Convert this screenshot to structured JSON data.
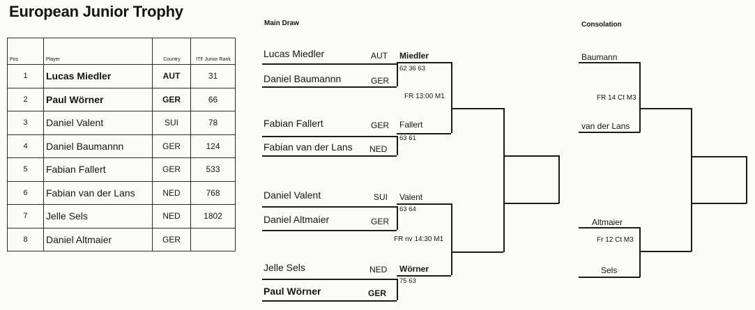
{
  "title": "European Junior Trophy",
  "table": {
    "headers": {
      "pos": "Pos",
      "player": "Player",
      "country": "Country",
      "rank": "ITF Junior Rank"
    },
    "rows": [
      {
        "pos": "1",
        "player": "Lucas Miedler",
        "country": "AUT",
        "rank": "31",
        "bold": true
      },
      {
        "pos": "2",
        "player": "Paul Wörner",
        "country": "GER",
        "rank": "66",
        "bold": true
      },
      {
        "pos": "3",
        "player": "Daniel Valent",
        "country": "SUI",
        "rank": "78",
        "bold": false
      },
      {
        "pos": "4",
        "player": "Daniel Baumannn",
        "country": "GER",
        "rank": "124",
        "bold": false
      },
      {
        "pos": "5",
        "player": "Fabian Fallert",
        "country": "GER",
        "rank": "533",
        "bold": false
      },
      {
        "pos": "6",
        "player": "Fabian van der Lans",
        "country": "NED",
        "rank": "768",
        "bold": false
      },
      {
        "pos": "7",
        "player": "Jelle Sels",
        "country": "NED",
        "rank": "1802",
        "bold": false
      },
      {
        "pos": "8",
        "player": "Daniel Altmaier",
        "country": "GER",
        "rank": "",
        "bold": false
      }
    ]
  },
  "main_draw": {
    "title": "Main Draw",
    "entries": [
      {
        "name": "Lucas Miedler",
        "country": "AUT"
      },
      {
        "name": "Daniel Baumannn",
        "country": "GER"
      },
      {
        "name": "Fabian Fallert",
        "country": "GER"
      },
      {
        "name": "Fabian van der Lans",
        "country": "NED"
      },
      {
        "name": "Daniel Valent",
        "country": "SUI"
      },
      {
        "name": "Daniel Altmaier",
        "country": "GER"
      },
      {
        "name": "Jelle Sels",
        "country": "NED"
      },
      {
        "name": "Paul Wörner",
        "country": "GER"
      }
    ],
    "round1": [
      {
        "winner": "Miedler",
        "score": "62 36 63"
      },
      {
        "winner": "Fallert",
        "score": "63 61"
      },
      {
        "winner": "Valent",
        "score": "63 64"
      },
      {
        "winner": "Wörner",
        "score": "75 63"
      }
    ],
    "semis": [
      {
        "schedule": "FR 13:00 M1"
      },
      {
        "schedule": "FR nv 14:30 M1"
      }
    ]
  },
  "consolation": {
    "title": "Consolation",
    "matches": [
      {
        "top": "Baumann",
        "schedule": "FR 14 Ct M3",
        "bottom": "van der Lans"
      },
      {
        "top": "Altmaier",
        "schedule": "Fr 12 Ct M3",
        "bottom": "Sels"
      }
    ]
  }
}
